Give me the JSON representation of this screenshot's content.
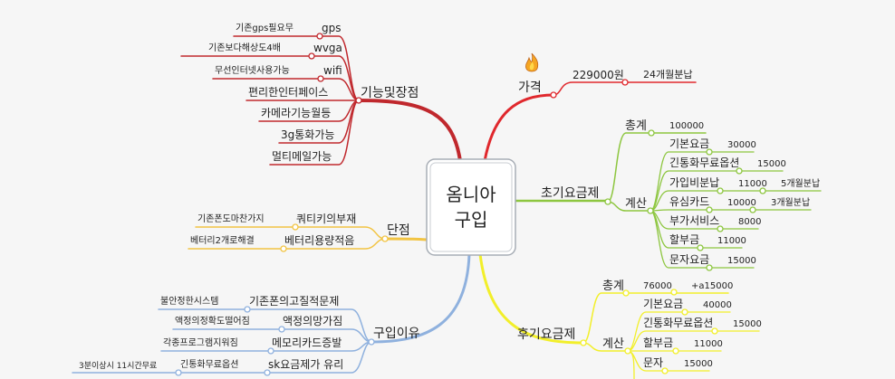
{
  "center": {
    "line1": "옴니아",
    "line2": "구입"
  },
  "features": {
    "label": "기능및장점",
    "items": [
      {
        "label": "gps",
        "note": "기존gps필요무"
      },
      {
        "label": "wvga",
        "note": "기존보다해상도4배"
      },
      {
        "label": "wifi",
        "note": "무선인터넷사용가능"
      },
      {
        "label": "편리한인터페이스"
      },
      {
        "label": "카메라기능월등"
      },
      {
        "label": "3g통화가능"
      },
      {
        "label": "멀티메일가능"
      }
    ]
  },
  "price": {
    "label": "가격",
    "icon": "fire-icon",
    "amount": "229000원",
    "note": "24개월분납"
  },
  "initial_plan": {
    "label": "초기요금제",
    "total": {
      "label": "총계",
      "value": "100000"
    },
    "calc": {
      "label": "계산",
      "items": [
        {
          "label": "기본요금",
          "value": "30000"
        },
        {
          "label": "긴통화무료옵션",
          "value": "15000"
        },
        {
          "label": "가입비분납",
          "value": "11000",
          "note": "5개월분납"
        },
        {
          "label": "유심카드",
          "value": "10000",
          "note": "3개월분납"
        },
        {
          "label": "부가서비스",
          "value": "8000"
        },
        {
          "label": "할부금",
          "value": "11000"
        },
        {
          "label": "문자요금",
          "value": "15000"
        }
      ]
    }
  },
  "cons": {
    "label": "단점",
    "items": [
      {
        "label": "쿼티키의부재",
        "note": "기존폰도마찬가지"
      },
      {
        "label": "베터리용량적음",
        "note": "베터리2개로해결"
      }
    ]
  },
  "reasons": {
    "label": "구입이유",
    "items": [
      {
        "label": "기존폰의고질적문제",
        "note": "불안정한시스템"
      },
      {
        "label": "액정의망가짐",
        "note": "액정의정확도떨어짐"
      },
      {
        "label": "메모리카드증발",
        "note": "각종프로그램지워짐"
      },
      {
        "label": "sk요금제가 유리",
        "note": "긴통화무료옵션",
        "note2": "3분이상시 11시간무료"
      }
    ]
  },
  "later_plan": {
    "label": "후기요금제",
    "total": {
      "label": "총계",
      "value": "76000",
      "extra": "+a15000"
    },
    "calc": {
      "label": "계산",
      "items": [
        {
          "label": "기본요금",
          "value": "40000"
        },
        {
          "label": "긴통화무료옵션",
          "value": "15000"
        },
        {
          "label": "할부금",
          "value": "11000"
        },
        {
          "label": "문자",
          "value": "15000"
        }
      ]
    }
  },
  "colors": {
    "features": "#c0282d",
    "price": "#e0282d",
    "initial_plan": "#8dc63f",
    "cons": "#f2c443",
    "reasons": "#8fb1de",
    "later_plan": "#f2ef2a"
  }
}
